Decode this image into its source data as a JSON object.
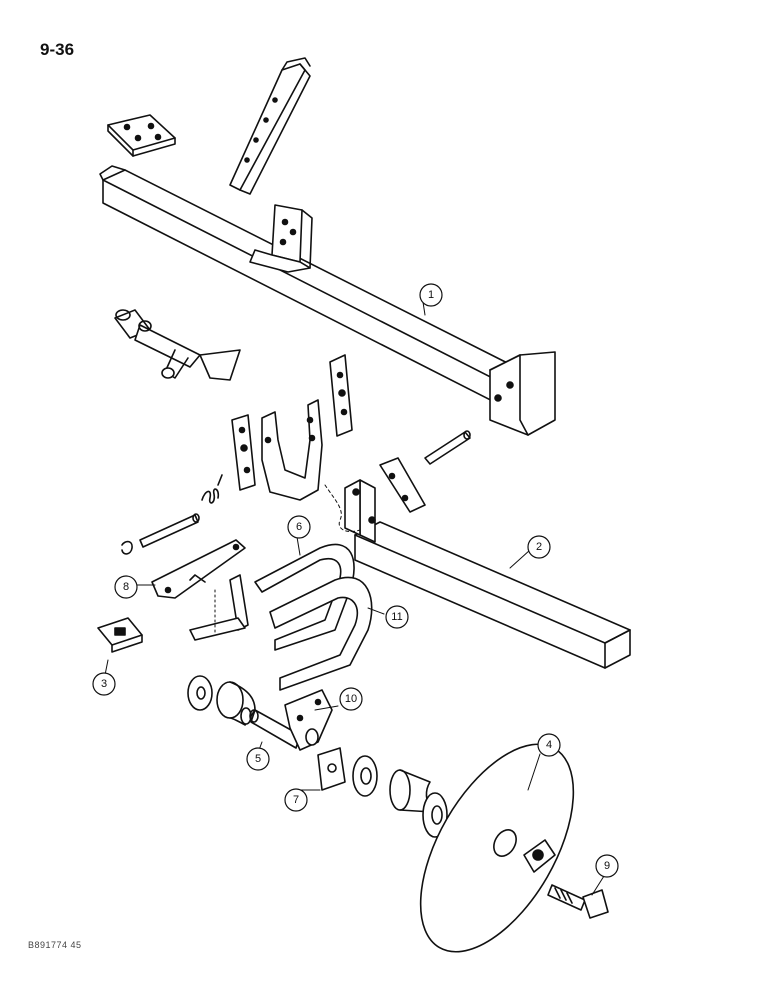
{
  "page": {
    "number": "9-36",
    "footer_code": "B891774 45"
  },
  "callouts": {
    "c1": "1",
    "c2": "2",
    "c3": "3",
    "c4": "4",
    "c5": "5",
    "c6": "6",
    "c7": "7",
    "c8": "8",
    "c9": "9",
    "c10": "10",
    "c11": "11"
  },
  "colors": {
    "ink": "#111111",
    "paper": "#ffffff"
  }
}
